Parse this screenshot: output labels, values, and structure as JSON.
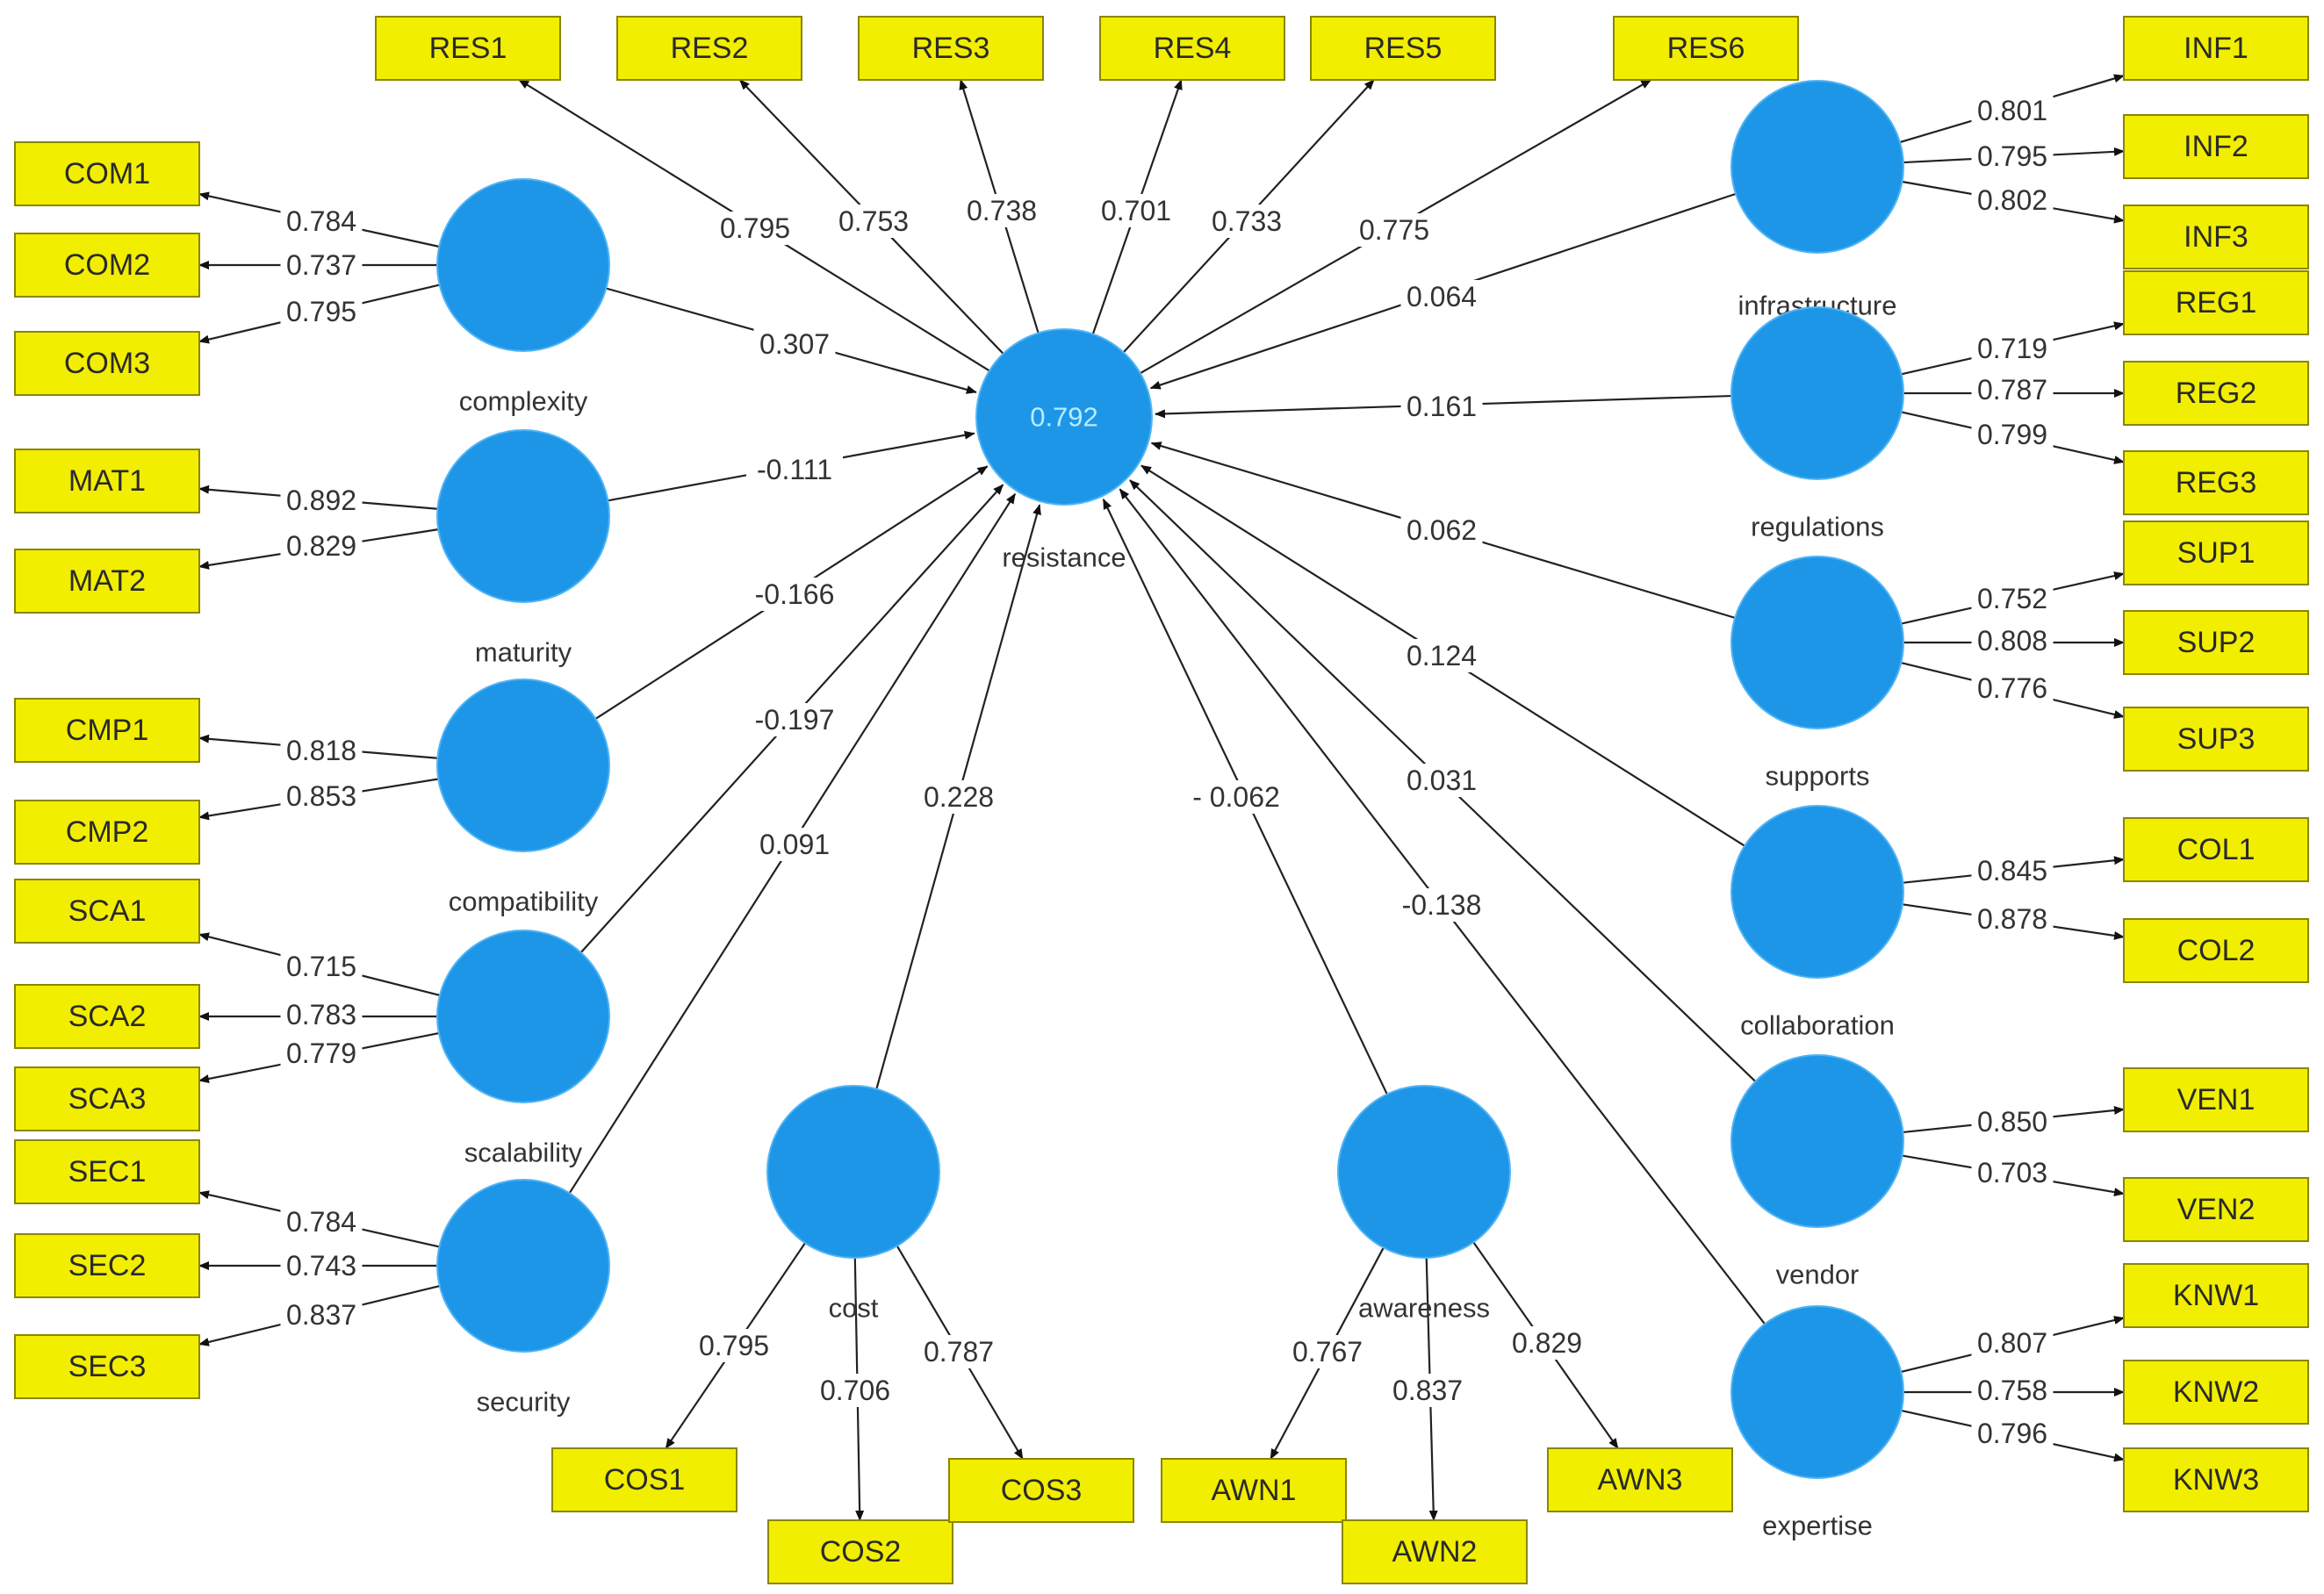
{
  "central": {
    "id": "resistance",
    "label": "resistance",
    "r2": "0.792"
  },
  "constructs": [
    {
      "id": "complexity",
      "label": "complexity",
      "path": "0.307"
    },
    {
      "id": "maturity",
      "label": "maturity",
      "path": "-0.111"
    },
    {
      "id": "compatibility",
      "label": "compatibility",
      "path": "-0.166"
    },
    {
      "id": "scalability",
      "label": "scalability",
      "path": "-0.197"
    },
    {
      "id": "security",
      "label": "security",
      "path": "0.091"
    },
    {
      "id": "cost",
      "label": "cost",
      "path": "0.228"
    },
    {
      "id": "awareness",
      "label": "awareness",
      "path": "- 0.062"
    },
    {
      "id": "infrastructure",
      "label": "infrastructure",
      "path": "0.064"
    },
    {
      "id": "regulations",
      "label": "regulations",
      "path": "0.161"
    },
    {
      "id": "supports",
      "label": "supports",
      "path": "0.062"
    },
    {
      "id": "collaboration",
      "label": "collaboration",
      "path": "0.124"
    },
    {
      "id": "vendor",
      "label": "vendor",
      "path": "0.031"
    },
    {
      "id": "expertise",
      "label": "expertise",
      "path": "-0.138"
    }
  ],
  "indicators": [
    {
      "id": "RES1",
      "label": "RES1",
      "construct": "resistance",
      "loading": "0.795"
    },
    {
      "id": "RES2",
      "label": "RES2",
      "construct": "resistance",
      "loading": "0.753"
    },
    {
      "id": "RES3",
      "label": "RES3",
      "construct": "resistance",
      "loading": "0.738"
    },
    {
      "id": "RES4",
      "label": "RES4",
      "construct": "resistance",
      "loading": "0.701"
    },
    {
      "id": "RES5",
      "label": "RES5",
      "construct": "resistance",
      "loading": "0.733"
    },
    {
      "id": "RES6",
      "label": "RES6",
      "construct": "resistance",
      "loading": "0.775"
    },
    {
      "id": "COM1",
      "label": "COM1",
      "construct": "complexity",
      "loading": "0.784"
    },
    {
      "id": "COM2",
      "label": "COM2",
      "construct": "complexity",
      "loading": "0.737"
    },
    {
      "id": "COM3",
      "label": "COM3",
      "construct": "complexity",
      "loading": "0.795"
    },
    {
      "id": "MAT1",
      "label": "MAT1",
      "construct": "maturity",
      "loading": "0.892"
    },
    {
      "id": "MAT2",
      "label": "MAT2",
      "construct": "maturity",
      "loading": "0.829"
    },
    {
      "id": "CMP1",
      "label": "CMP1",
      "construct": "compatibility",
      "loading": "0.818"
    },
    {
      "id": "CMP2",
      "label": "CMP2",
      "construct": "compatibility",
      "loading": "0.853"
    },
    {
      "id": "SCA1",
      "label": "SCA1",
      "construct": "scalability",
      "loading": "0.715"
    },
    {
      "id": "SCA2",
      "label": "SCA2",
      "construct": "scalability",
      "loading": "0.783"
    },
    {
      "id": "SCA3",
      "label": "SCA3",
      "construct": "scalability",
      "loading": "0.779"
    },
    {
      "id": "SEC1",
      "label": "SEC1",
      "construct": "security",
      "loading": "0.784"
    },
    {
      "id": "SEC2",
      "label": "SEC2",
      "construct": "security",
      "loading": "0.743"
    },
    {
      "id": "SEC3",
      "label": "SEC3",
      "construct": "security",
      "loading": "0.837"
    },
    {
      "id": "COS1",
      "label": "COS1",
      "construct": "cost",
      "loading": "0.795"
    },
    {
      "id": "COS2",
      "label": "COS2",
      "construct": "cost",
      "loading": "0.706"
    },
    {
      "id": "COS3",
      "label": "COS3",
      "construct": "cost",
      "loading": "0.787"
    },
    {
      "id": "AWN1",
      "label": "AWN1",
      "construct": "awareness",
      "loading": "0.767"
    },
    {
      "id": "AWN2",
      "label": "AWN2",
      "construct": "awareness",
      "loading": "0.837"
    },
    {
      "id": "AWN3",
      "label": "AWN3",
      "construct": "awareness",
      "loading": "0.829"
    },
    {
      "id": "INF1",
      "label": "INF1",
      "construct": "infrastructure",
      "loading": "0.801"
    },
    {
      "id": "INF2",
      "label": "INF2",
      "construct": "infrastructure",
      "loading": "0.795"
    },
    {
      "id": "INF3",
      "label": "INF3",
      "construct": "infrastructure",
      "loading": "0.802"
    },
    {
      "id": "REG1",
      "label": "REG1",
      "construct": "regulations",
      "loading": "0.719"
    },
    {
      "id": "REG2",
      "label": "REG2",
      "construct": "regulations",
      "loading": "0.787"
    },
    {
      "id": "REG3",
      "label": "REG3",
      "construct": "regulations",
      "loading": "0.799"
    },
    {
      "id": "SUP1",
      "label": "SUP1",
      "construct": "supports",
      "loading": "0.752"
    },
    {
      "id": "SUP2",
      "label": "SUP2",
      "construct": "supports",
      "loading": "0.808"
    },
    {
      "id": "SUP3",
      "label": "SUP3",
      "construct": "supports",
      "loading": "0.776"
    },
    {
      "id": "COL1",
      "label": "COL1",
      "construct": "collaboration",
      "loading": "0.845"
    },
    {
      "id": "COL2",
      "label": "COL2",
      "construct": "collaboration",
      "loading": "0.878"
    },
    {
      "id": "VEN1",
      "label": "VEN1",
      "construct": "vendor",
      "loading": "0.850"
    },
    {
      "id": "VEN2",
      "label": "VEN2",
      "construct": "vendor",
      "loading": "0.703"
    },
    {
      "id": "KNW1",
      "label": "KNW1",
      "construct": "expertise",
      "loading": "0.807"
    },
    {
      "id": "KNW2",
      "label": "KNW2",
      "construct": "expertise",
      "loading": "0.758"
    },
    {
      "id": "KNW3",
      "label": "KNW3",
      "construct": "expertise",
      "loading": "0.796"
    }
  ],
  "colors": {
    "construct_fill": "#1e96e8",
    "indicator_fill": "#f2ee00",
    "edge": "#222222"
  }
}
